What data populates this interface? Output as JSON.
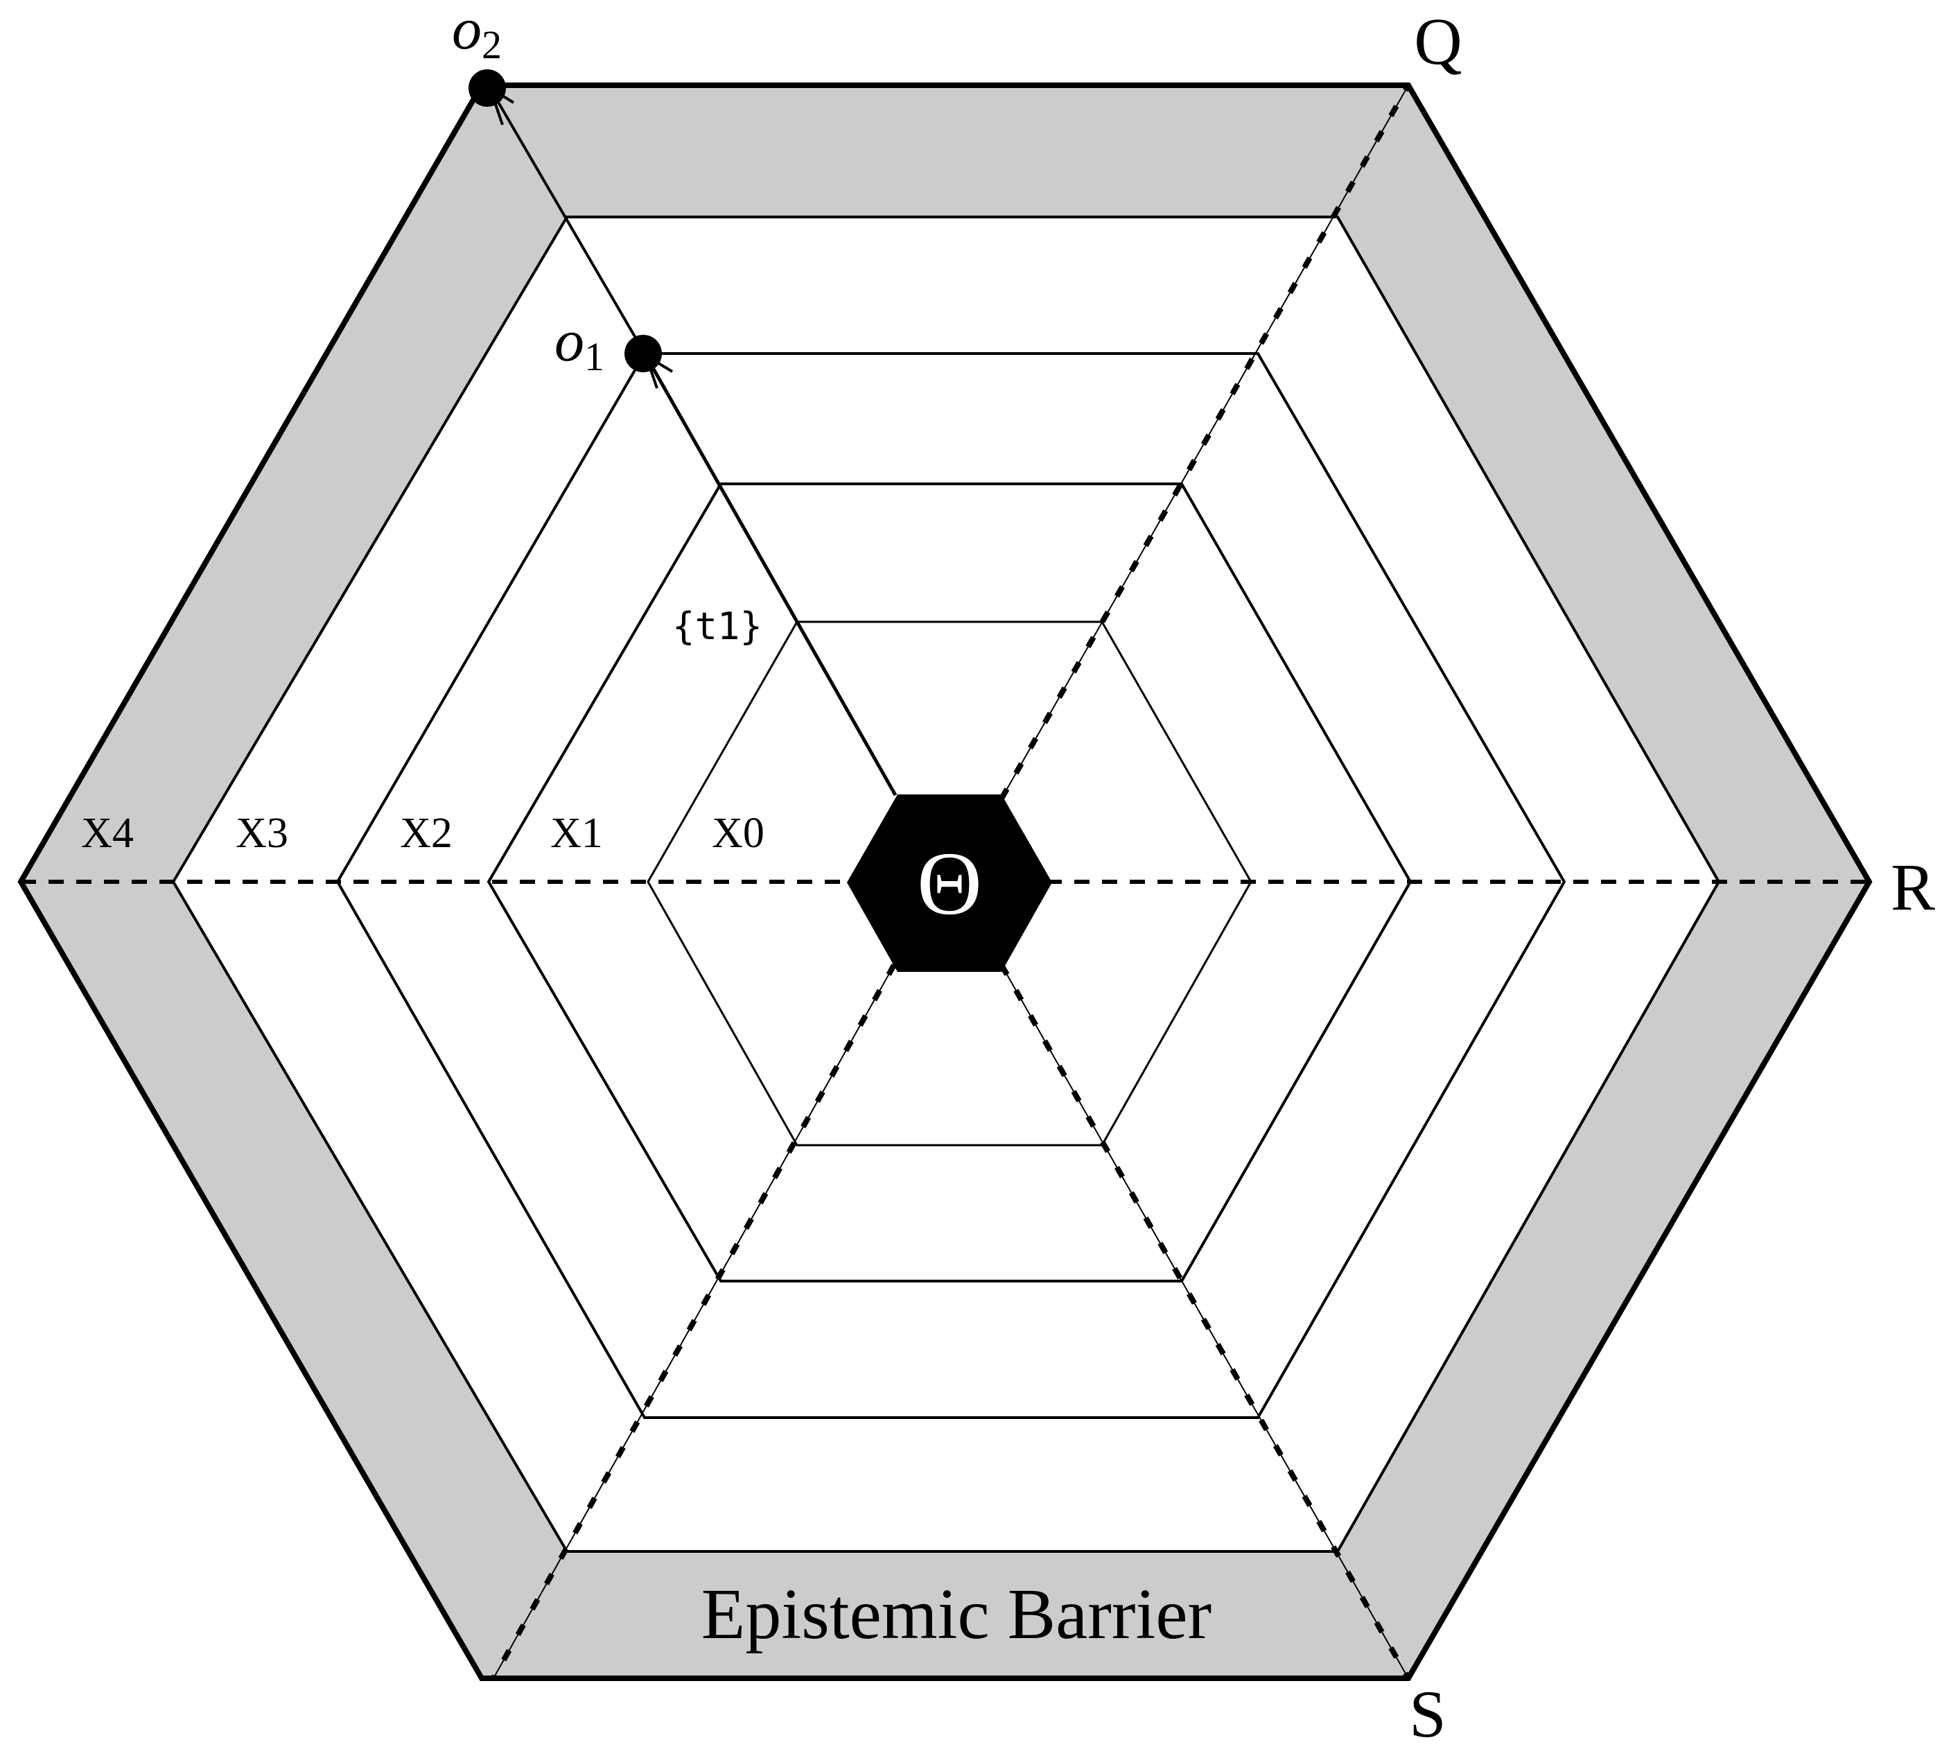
{
  "diagram": {
    "zones": [
      "X4",
      "X3",
      "X2",
      "X1",
      "X0"
    ],
    "center_symbol": "Θ",
    "axis_labels": {
      "q": "Q",
      "r": "R",
      "s": "S"
    },
    "points": [
      {
        "name": "o",
        "subscript": "2"
      },
      {
        "name": "o",
        "subscript": "1"
      }
    ],
    "annotation": "{t1}",
    "barrier_label": "Epistemic Barrier",
    "colors": {
      "barrier_fill": "#cccccc",
      "line": "#000000",
      "center_fill": "#000000"
    }
  }
}
